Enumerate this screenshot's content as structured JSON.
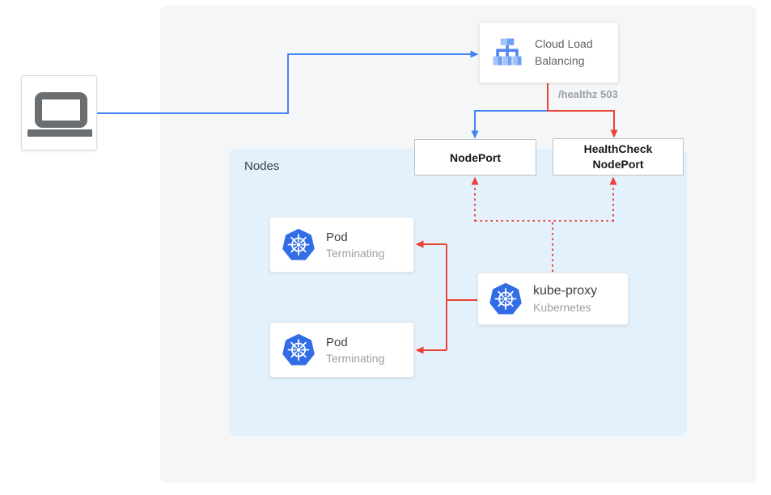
{
  "nodes_container": {
    "label": "Nodes"
  },
  "cloud_load_balancing": {
    "label": "Cloud Load Balancing"
  },
  "annotations": {
    "healthz": "/healthz 503"
  },
  "nodeport": {
    "label": "NodePort"
  },
  "healthcheck_nodeport": {
    "label": "HealthCheck NodePort"
  },
  "pods": [
    {
      "title": "Pod",
      "status": "Terminating"
    },
    {
      "title": "Pod",
      "status": "Terminating"
    }
  ],
  "kube_proxy": {
    "title": "kube-proxy",
    "subtitle": "Kubernetes"
  },
  "colors": {
    "traffic_blue": "#4285f4",
    "health_red": "#ea4335",
    "nodes_background": "#e3f1fd",
    "panel_background": "#f5f6f7",
    "kubernetes_blue": "#326de6",
    "muted_text": "#9aa0a6"
  }
}
